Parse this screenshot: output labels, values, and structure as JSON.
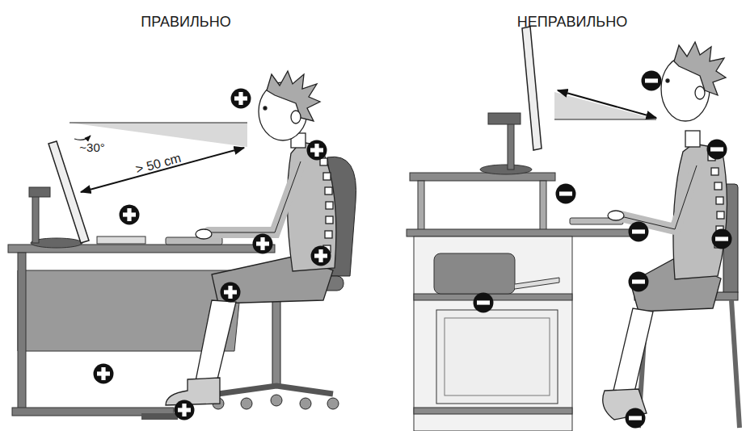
{
  "diagram": {
    "labels": [
      "ПРАВИЛЬНО",
      "НЕПРАВИЛЬНО",
      "~30°",
      "> 50 cm"
    ]
  }
}
